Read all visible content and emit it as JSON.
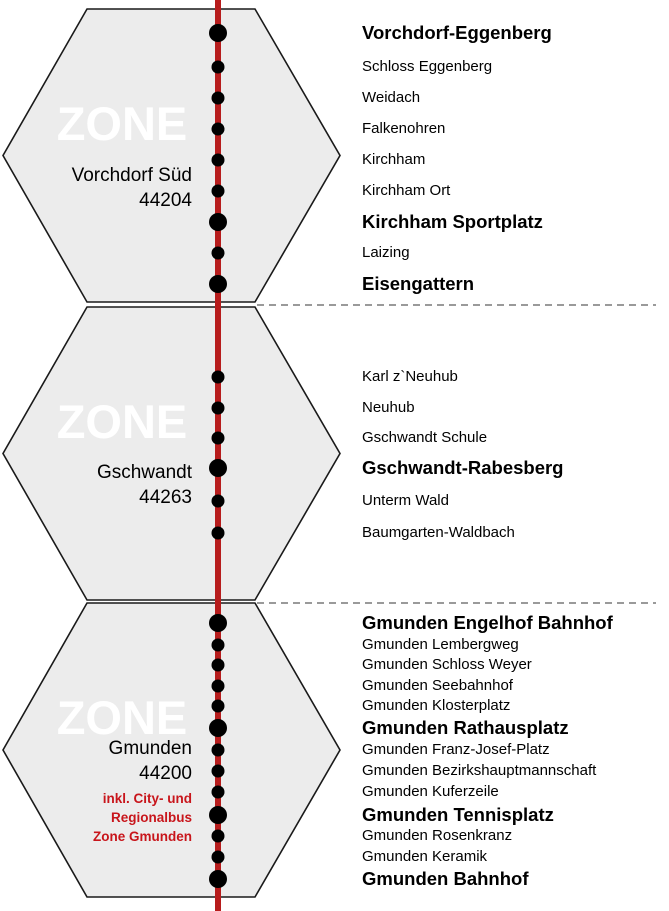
{
  "colors": {
    "line": "#b71c1c",
    "hex_fill": "#ececec",
    "hex_stroke": "#1a1a1a",
    "watermark": "#ffffff",
    "dash": "#9a9a9a",
    "note": "#c8151b",
    "stop_dot": "#000000"
  },
  "zones": [
    {
      "watermark": "ZONE",
      "name": "Vorchdorf Süd",
      "number": "44204",
      "note_lines": [],
      "stops": [
        {
          "name": "Vorchdorf-Eggenberg",
          "major": true
        },
        {
          "name": "Schloss Eggenberg",
          "major": false
        },
        {
          "name": "Weidach",
          "major": false
        },
        {
          "name": "Falkenohren",
          "major": false
        },
        {
          "name": "Kirchham",
          "major": false
        },
        {
          "name": "Kirchham Ort",
          "major": false
        },
        {
          "name": "Kirchham Sportplatz",
          "major": true
        },
        {
          "name": "Laizing",
          "major": false
        },
        {
          "name": "Eisengattern",
          "major": true
        }
      ]
    },
    {
      "watermark": "ZONE",
      "name": "Gschwandt",
      "number": "44263",
      "note_lines": [],
      "stops": [
        {
          "name": "Karl z`Neuhub",
          "major": false
        },
        {
          "name": "Neuhub",
          "major": false
        },
        {
          "name": "Gschwandt Schule",
          "major": false
        },
        {
          "name": "Gschwandt-Rabesberg",
          "major": true
        },
        {
          "name": "Unterm Wald",
          "major": false
        },
        {
          "name": "Baumgarten-Waldbach",
          "major": false
        }
      ]
    },
    {
      "watermark": "ZONE",
      "name": "Gmunden",
      "number": "44200",
      "note_lines": [
        "inkl. City- und",
        "Regionalbus",
        "Zone Gmunden"
      ],
      "stops": [
        {
          "name": "Gmunden Engelhof Bahnhof",
          "major": true
        },
        {
          "name": "Gmunden Lembergweg",
          "major": false
        },
        {
          "name": "Gmunden Schloss Weyer",
          "major": false
        },
        {
          "name": "Gmunden Seebahnhof",
          "major": false
        },
        {
          "name": "Gmunden Klosterplatz",
          "major": false
        },
        {
          "name": "Gmunden Rathausplatz",
          "major": true
        },
        {
          "name": "Gmunden Franz-Josef-Platz",
          "major": false
        },
        {
          "name": "Gmunden Bezirkshauptmannschaft",
          "major": false
        },
        {
          "name": "Gmunden Kuferzeile",
          "major": false
        },
        {
          "name": "Gmunden Tennisplatz",
          "major": true
        },
        {
          "name": "Gmunden Rosenkranz",
          "major": false
        },
        {
          "name": "Gmunden Keramik",
          "major": false
        },
        {
          "name": "Gmunden Bahnhof",
          "major": true
        }
      ]
    }
  ]
}
